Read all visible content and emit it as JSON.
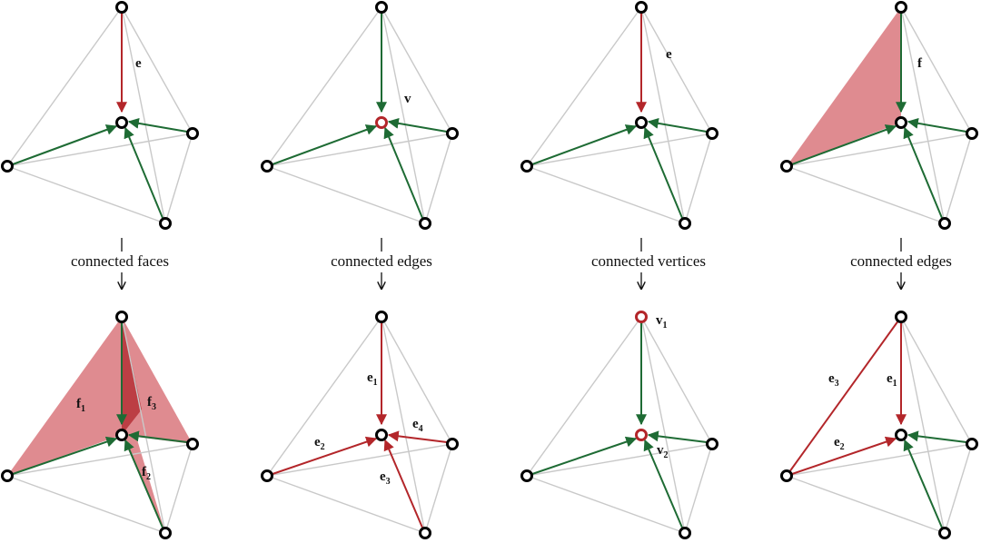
{
  "colors": {
    "green": "#1e6b34",
    "red": "#b3262a",
    "face": "#d9777c",
    "mesh": "#c9c9c9"
  },
  "steps": [
    {
      "label": "connected faces"
    },
    {
      "label": "connected edges"
    },
    {
      "label": "connected vertices"
    },
    {
      "label": "connected edges"
    }
  ],
  "top_panels": [
    {
      "labels": [
        {
          "base": "e",
          "sub": ""
        }
      ]
    },
    {
      "labels": [
        {
          "base": "v",
          "sub": ""
        }
      ]
    },
    {
      "labels": [
        {
          "base": "e",
          "sub": ""
        }
      ]
    },
    {
      "labels": [
        {
          "base": "f",
          "sub": ""
        }
      ]
    }
  ],
  "bottom_panels": [
    {
      "labels": [
        {
          "base": "f",
          "sub": "1"
        },
        {
          "base": "f",
          "sub": "3"
        },
        {
          "base": "f",
          "sub": "2"
        }
      ]
    },
    {
      "labels": [
        {
          "base": "e",
          "sub": "1"
        },
        {
          "base": "e",
          "sub": "2"
        },
        {
          "base": "e",
          "sub": "4"
        },
        {
          "base": "e",
          "sub": "3"
        }
      ]
    },
    {
      "labels": [
        {
          "base": "v",
          "sub": "1"
        },
        {
          "base": "v",
          "sub": "2"
        }
      ]
    },
    {
      "labels": [
        {
          "base": "e",
          "sub": "3"
        },
        {
          "base": "e",
          "sub": "1"
        },
        {
          "base": "e",
          "sub": "2"
        }
      ]
    }
  ]
}
